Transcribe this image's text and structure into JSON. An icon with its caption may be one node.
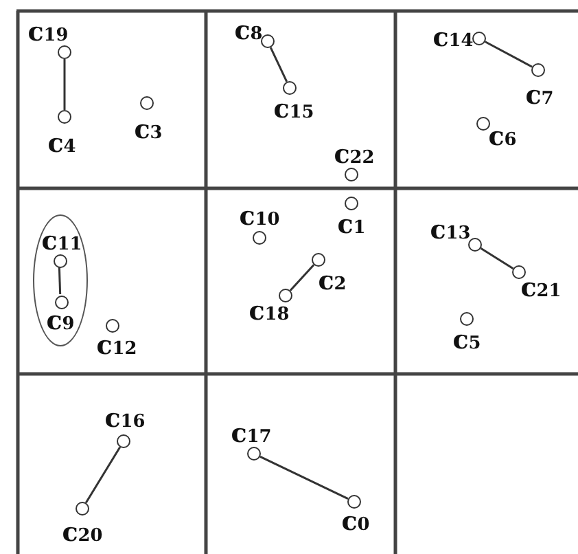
{
  "diagram": {
    "nodes": [
      {
        "text": [],
        "shape": "circle",
        "beside": [
          "c$_{19}$"
        ]
      },
      {
        "text": [],
        "shape": "circle",
        "beside": [
          "c$_{4}$"
        ]
      },
      {
        "text": [],
        "shape": "circle",
        "beside": [
          "c$_{3}$"
        ]
      },
      {
        "text": [],
        "shape": "circle",
        "beside": [
          "c$_{8}$"
        ]
      },
      {
        "text": [],
        "shape": "circle",
        "beside": [
          "c$_{15}$"
        ]
      },
      {
        "text": [],
        "shape": "circle",
        "beside": [
          "c$_{22}$"
        ]
      },
      {
        "text": [],
        "shape": "circle",
        "beside": [
          "c$_{14}$"
        ]
      },
      {
        "text": [],
        "shape": "circle",
        "beside": [
          "c$_{7}$"
        ]
      },
      {
        "text": [],
        "shape": "circle",
        "beside": [
          "c$_{6}$"
        ]
      },
      {
        "text": [],
        "shape": "ellipse"
      },
      {
        "text": [],
        "shape": "circle",
        "beside": [
          "c$_{11}$"
        ],
        "in": 9
      },
      {
        "text": [],
        "shape": "circle",
        "beside": [
          "c$_{9}$"
        ],
        "in": 9
      },
      {
        "text": [],
        "shape": "circle",
        "beside": [
          "c$_{12}$"
        ]
      },
      {
        "text": [],
        "shape": "circle",
        "beside": [
          "c$_{10}$"
        ]
      },
      {
        "text": [],
        "shape": "circle",
        "beside": [
          "c$_{1}$"
        ]
      },
      {
        "text": [],
        "shape": "circle",
        "beside": [
          "c$_{2}$"
        ]
      },
      {
        "text": [],
        "shape": "circle",
        "beside": [
          "c$_{18}$"
        ]
      },
      {
        "text": [],
        "shape": "circle",
        "beside": [
          "c$_{13}$"
        ]
      },
      {
        "text": [],
        "shape": "circle",
        "beside": [
          "c$_{21}$"
        ]
      },
      {
        "text": [],
        "shape": "circle",
        "beside": [
          "c$_{5}$"
        ]
      },
      {
        "text": [],
        "shape": "circle",
        "beside": [
          "c$_{16}$"
        ]
      },
      {
        "text": [],
        "shape": "circle",
        "beside": [
          "c$_{20}$"
        ]
      },
      {
        "text": [],
        "shape": "circle",
        "beside": [
          "c$_{17}$"
        ]
      },
      {
        "text": [],
        "shape": "circle",
        "beside": [
          "c$_{0}$"
        ]
      }
    ],
    "edges": [
      {
        "from": 0,
        "to": 1,
        "arrow": "none"
      },
      {
        "from": 3,
        "to": 4,
        "arrow": "none"
      },
      {
        "from": 6,
        "to": 7,
        "arrow": "none"
      },
      {
        "from": 10,
        "to": 11,
        "arrow": "none"
      },
      {
        "from": 15,
        "to": 16,
        "arrow": "none"
      },
      {
        "from": 17,
        "to": 18,
        "arrow": "none"
      },
      {
        "from": 20,
        "to": 21,
        "arrow": "none"
      },
      {
        "from": 22,
        "to": 23,
        "arrow": "none"
      }
    ]
  }
}
